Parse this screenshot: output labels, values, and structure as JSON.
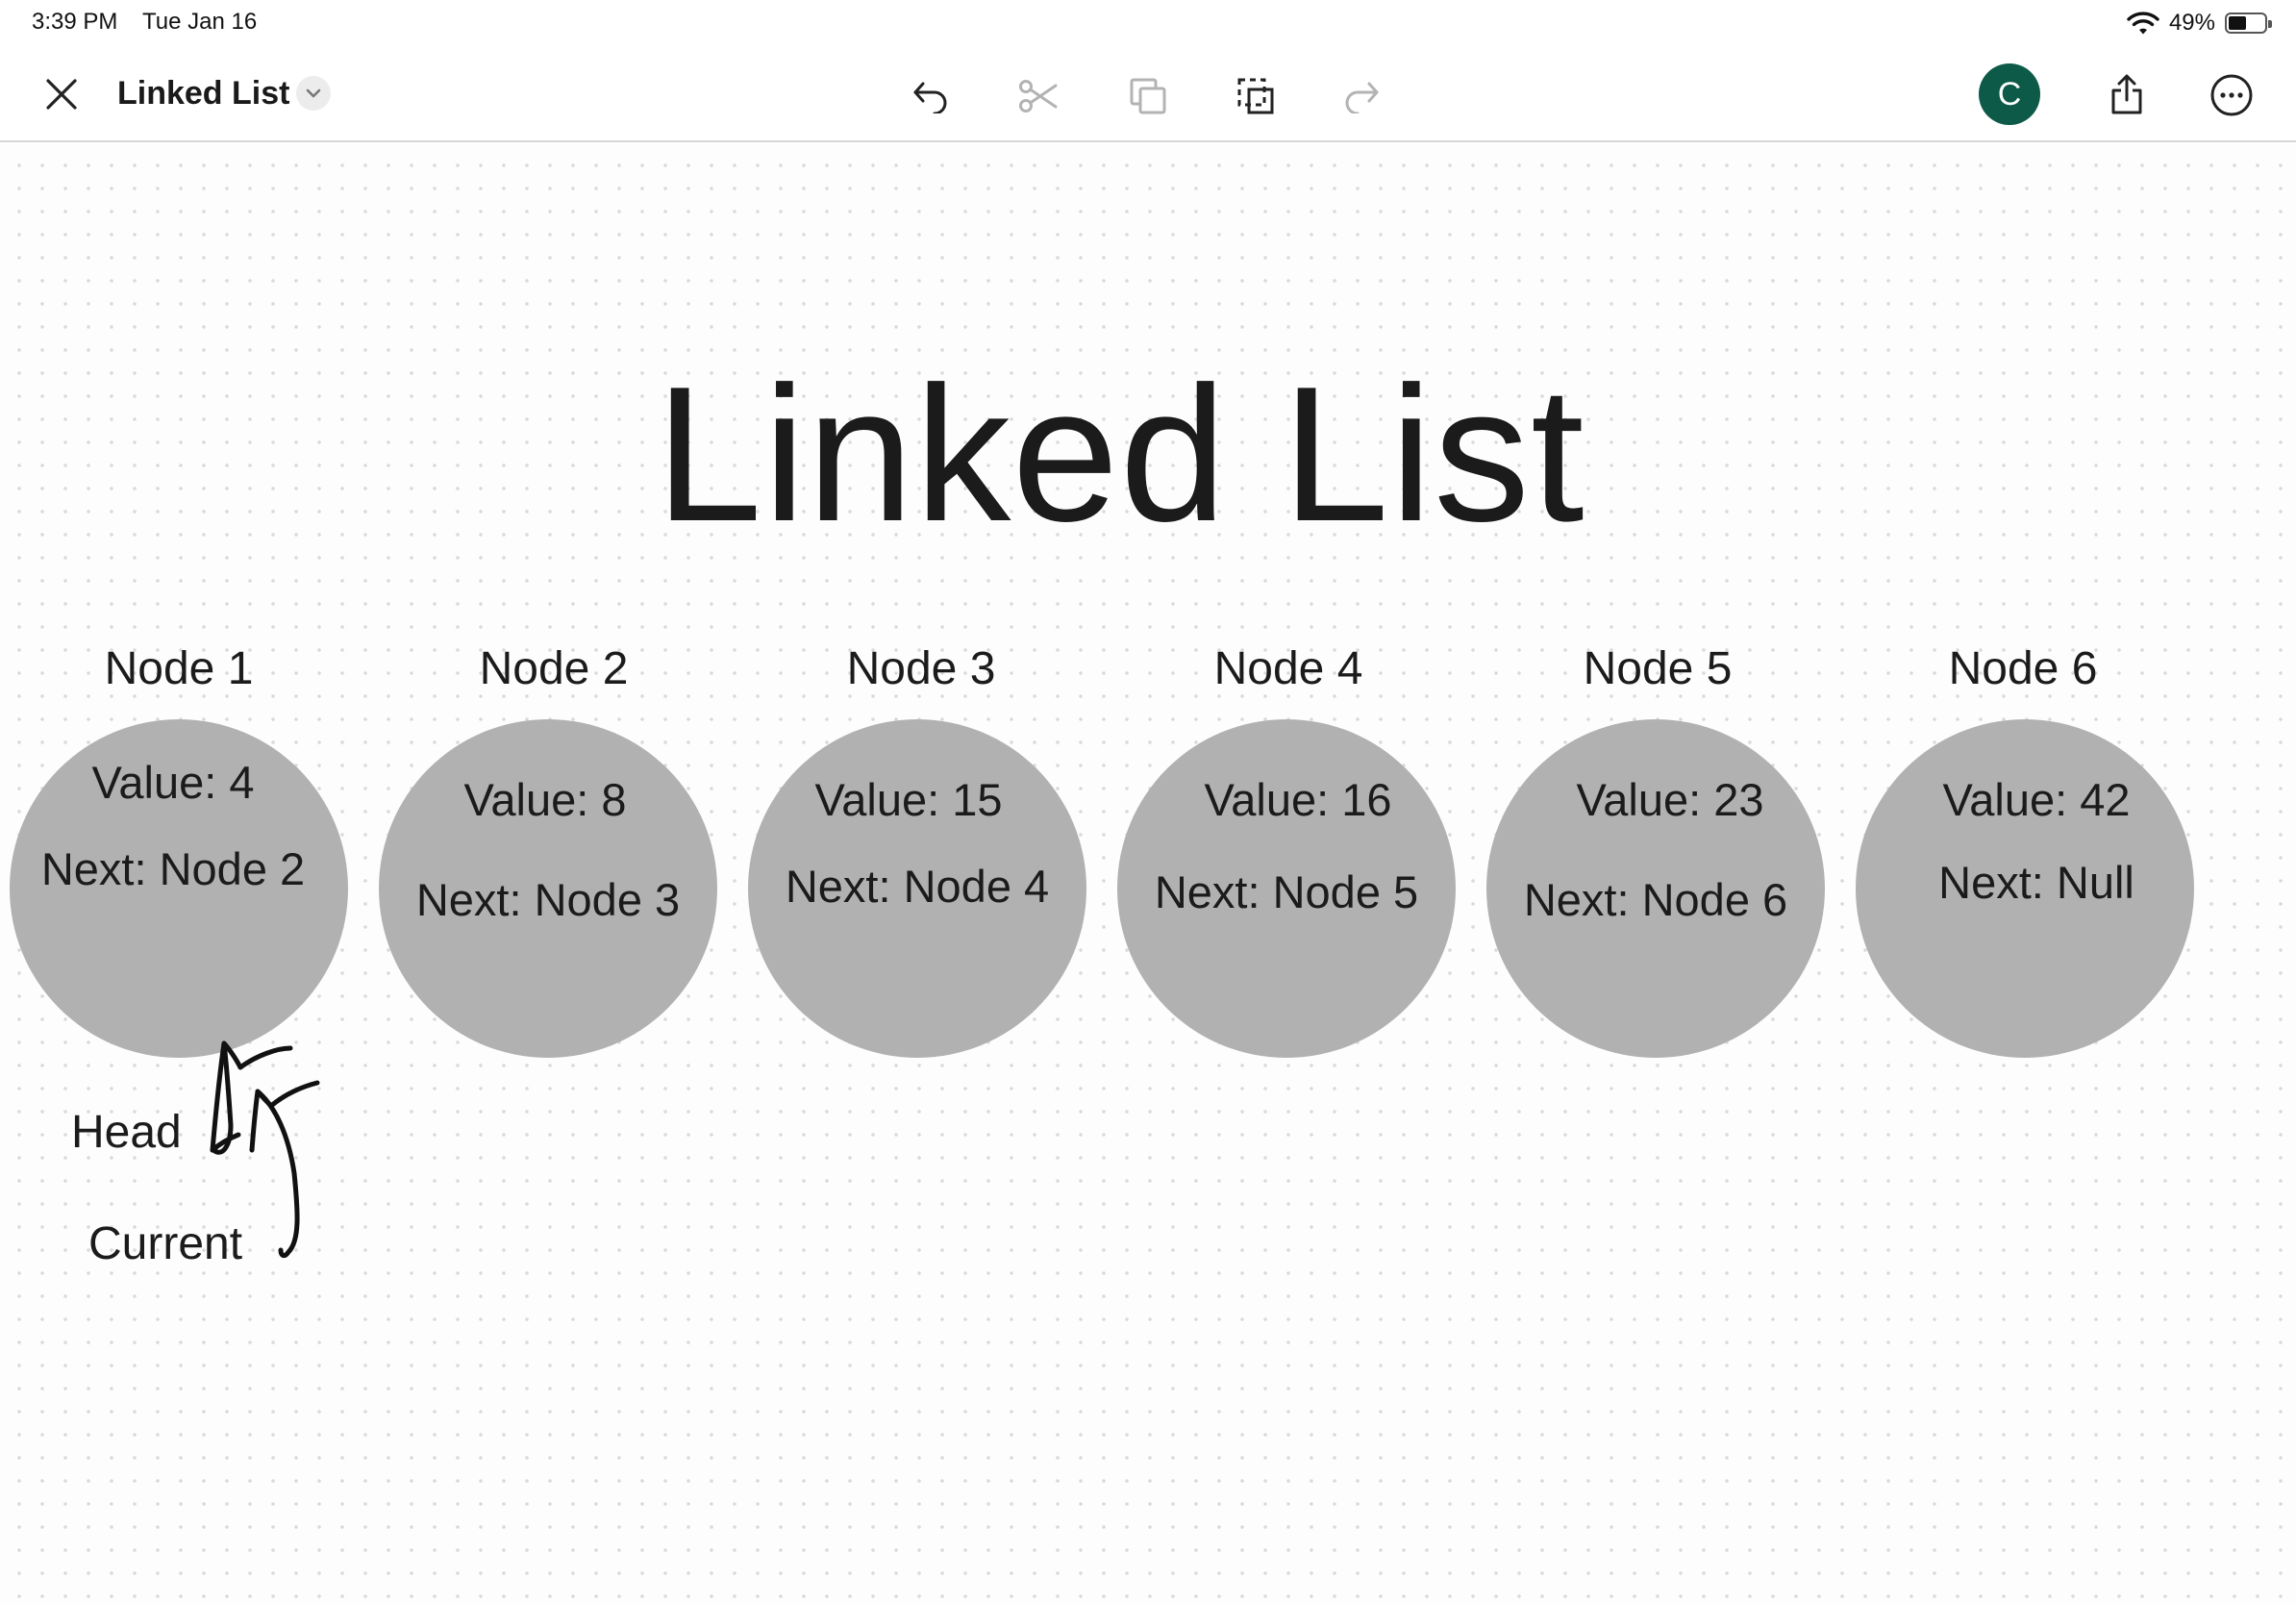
{
  "status_bar": {
    "time": "3:39 PM",
    "date": "Tue Jan 16",
    "battery_percent_label": "49%",
    "battery_level": 0.49
  },
  "toolbar": {
    "document_title": "Linked List",
    "avatar_initial": "C",
    "avatar_color": "#0d5a48"
  },
  "board": {
    "title": "Linked List",
    "nodes": [
      {
        "label": "Node 1",
        "value": "Value: 4",
        "next": "Next: Node 2"
      },
      {
        "label": "Node 2",
        "value": "Value: 8",
        "next": "Next: Node 3"
      },
      {
        "label": "Node 3",
        "value": "Value: 15",
        "next": "Next: Node 4"
      },
      {
        "label": "Node 4",
        "value": "Value: 16",
        "next": "Next: Node 5"
      },
      {
        "label": "Node 5",
        "value": "Value: 23",
        "next": "Next: Node 6"
      },
      {
        "label": "Node 6",
        "value": "Value: 42",
        "next": "Next: Null"
      }
    ],
    "annotations": {
      "head": "Head",
      "current": "Current"
    },
    "node_color": "#b1b1b1"
  },
  "icons": [
    "close-icon",
    "chevron-down-icon",
    "undo-icon",
    "scissors-icon",
    "duplicate-icon",
    "lasso-select-icon",
    "redo-icon",
    "share-icon",
    "more-icon",
    "wifi-icon",
    "battery-icon"
  ]
}
